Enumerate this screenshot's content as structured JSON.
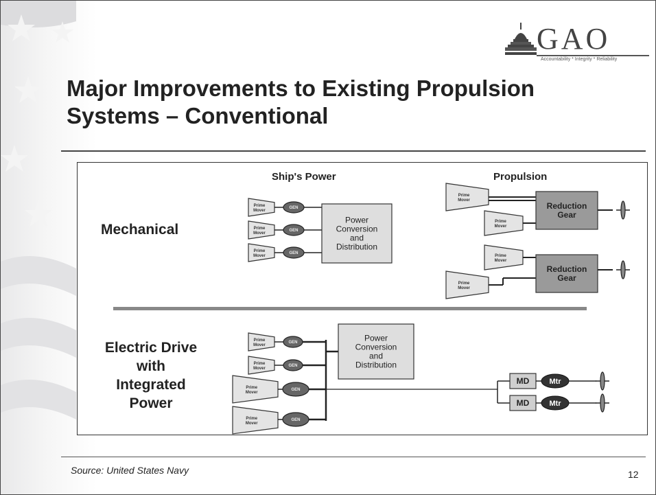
{
  "logo": {
    "text": "GAO",
    "tagline": "Accountability * Integrity * Reliability"
  },
  "title": {
    "line1": "Major Improvements to Existing Propulsion",
    "line2": "Systems – Conventional"
  },
  "diagram": {
    "column_ship_power": "Ship's Power",
    "column_propulsion": "Propulsion",
    "row_mechanical": "Mechanical",
    "row_electric": [
      "Electric Drive",
      "with",
      "Integrated",
      "Power"
    ],
    "prime_mover": [
      "Prime",
      "Mover"
    ],
    "generator": "GEN",
    "power_conversion": [
      "Power",
      "Conversion",
      "and",
      "Distribution"
    ],
    "reduction_gear": [
      "Reduction",
      "Gear"
    ],
    "motor_drive": "MD",
    "motor": "Mtr"
  },
  "footer": {
    "source": "Source: United States Navy",
    "page_number": "12"
  }
}
